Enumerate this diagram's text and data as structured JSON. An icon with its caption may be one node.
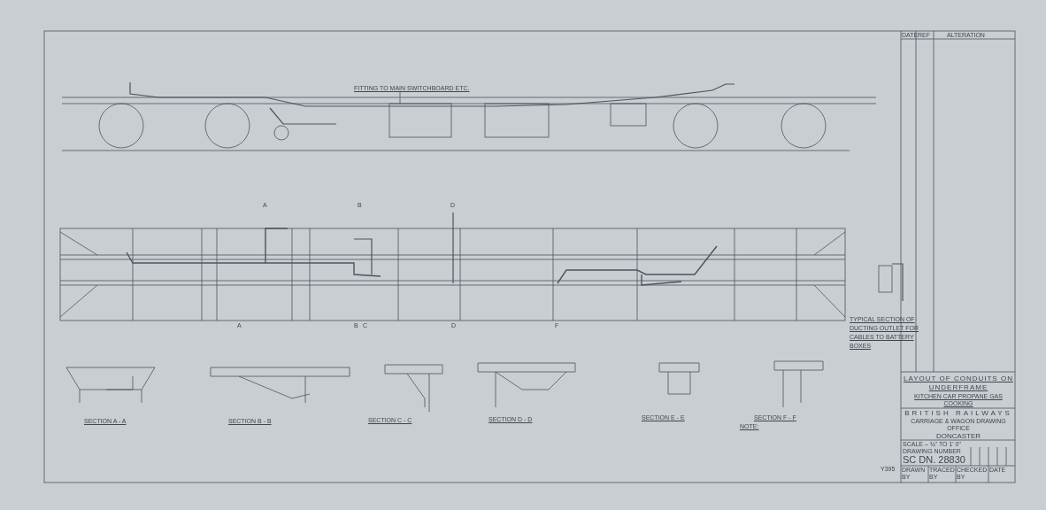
{
  "diagram": {
    "title": "LAYOUT OF CONDUITS ON UNDERFRAME",
    "labels": [
      "DATE",
      "REF",
      "ALTERATION",
      "FITTING TO MAIN SWITCHBOARD ETC.",
      "A",
      "B",
      "D",
      "A",
      "B",
      "C",
      "D",
      "F",
      "TYPICAL SECTION OF DUCTING OUTLET FOR CABLES TO BATTERY BOXES",
      "SECTION A - A",
      "SECTION B - B",
      "SECTION C - C",
      "SECTION D - D",
      "SECTION E - E",
      "SECTION F - F",
      "NOTE:",
      "Y395",
      "KITCHEN CAR PROPANE GAS COOKING",
      "BRITISH RAILWAYS",
      "CARRIAGE & WAGON DRAWING OFFICE",
      "DONCASTER",
      "SCALE – ¾\" TO 1' 0\"",
      "DRAWING NUMBER",
      "SC DN. 28830",
      "DRAWN BY",
      "TRACED BY",
      "CHECKED BY",
      "DATE"
    ]
  }
}
